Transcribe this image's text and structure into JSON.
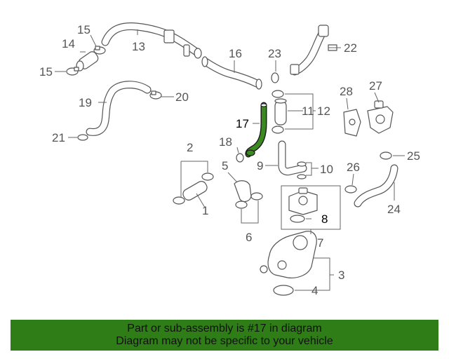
{
  "colors": {
    "banner_bg": "#2e7d16",
    "highlight": "#3b8a1f",
    "line": "#555555"
  },
  "callouts": {
    "c1": "1",
    "c2": "2",
    "c3": "3",
    "c4": "4",
    "c5": "5",
    "c6": "6",
    "c7": "7",
    "c8": "8",
    "c9": "9",
    "c10": "10",
    "c11": "11",
    "c12": "12",
    "c13": "13",
    "c14": "14",
    "c15a": "15",
    "c15b": "15",
    "c16": "16",
    "c17": "17",
    "c18": "18",
    "c19": "19",
    "c20": "20",
    "c21": "21",
    "c22": "22",
    "c23": "23",
    "c24": "24",
    "c25": "25",
    "c26": "26",
    "c27": "27",
    "c28": "28"
  },
  "highlighted_part": "17",
  "banner": {
    "line1": "Part or sub-assembly is #17 in diagram",
    "line2": "Diagram may not be specific to your vehicle"
  }
}
